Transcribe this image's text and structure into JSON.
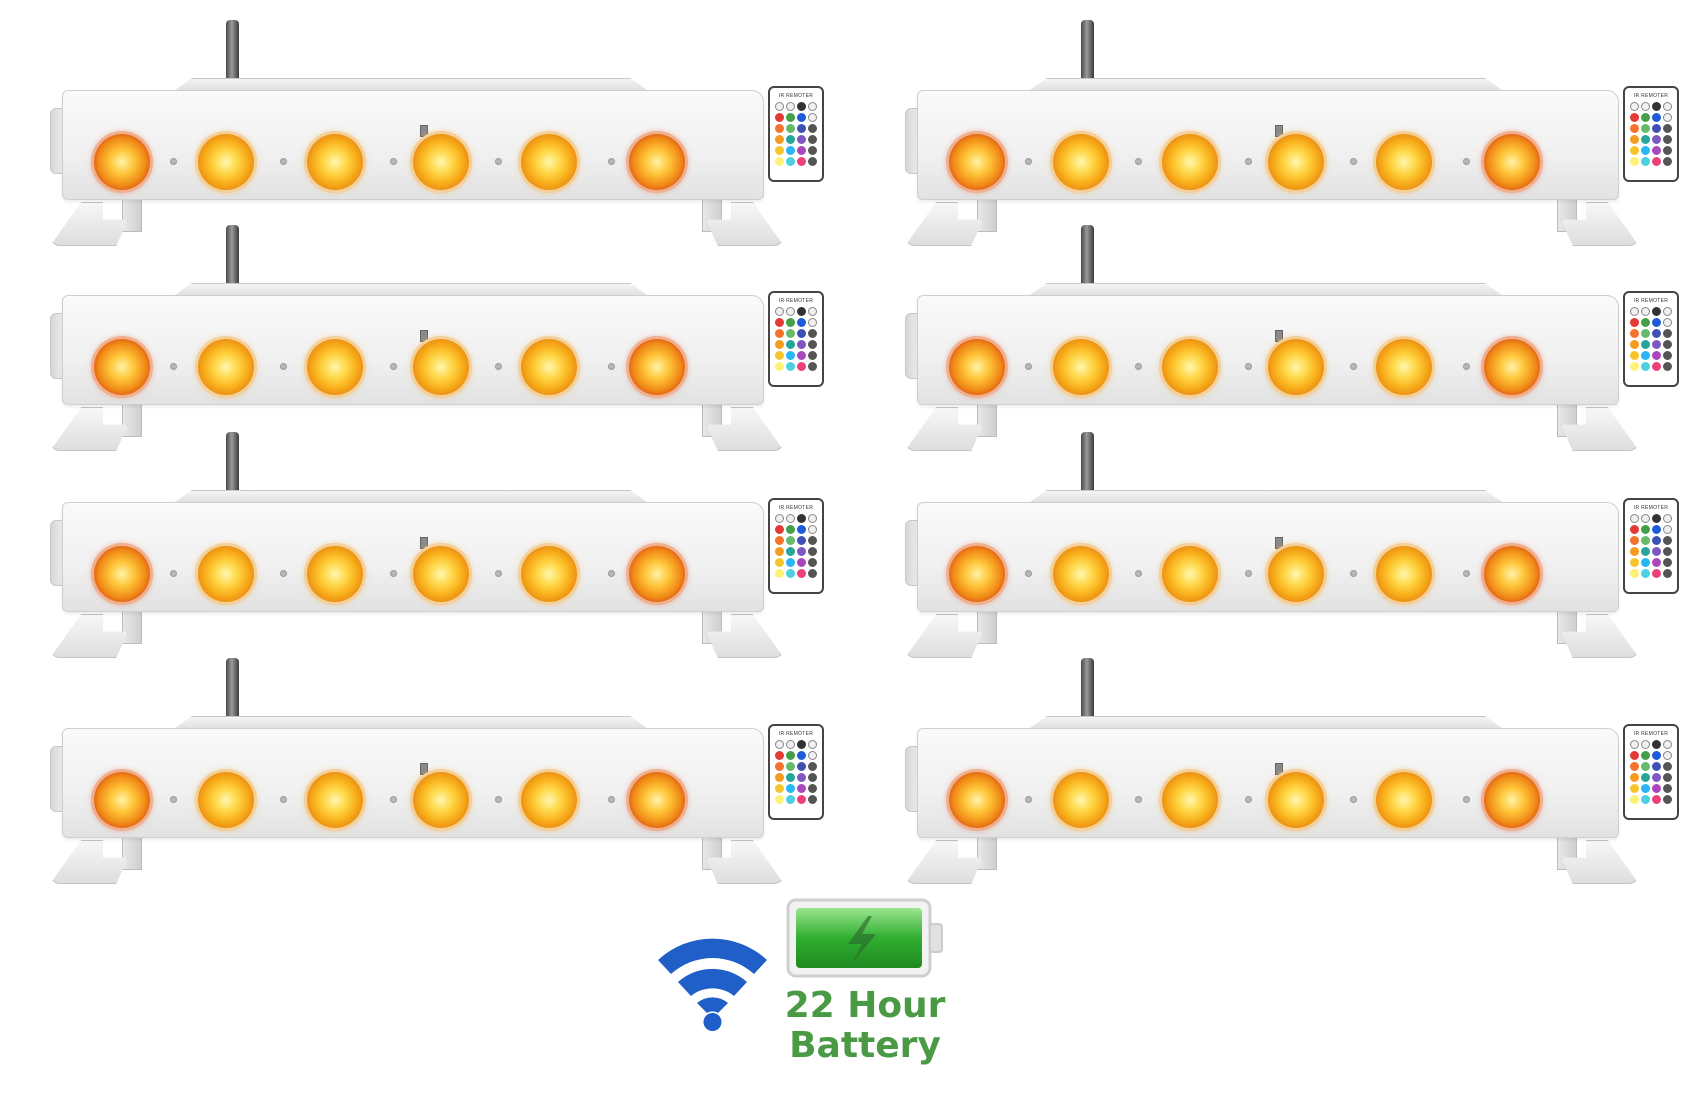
{
  "product": {
    "bar_units_count": 8,
    "leds_per_bar": 6,
    "remote_label": "IR REMOTER",
    "lens_color": "#ffc63a",
    "lens_edge_color": "#d7431a",
    "body_color": "#f5f5f5"
  },
  "remote_keys": [
    "#f0f0f0",
    "#f0f0f0",
    "#333333",
    "#f0f0f0",
    "#e53935",
    "#43a047",
    "#1e5bd8",
    "#f0f0f0",
    "#f4722b",
    "#66bb6a",
    "#3f51b5",
    "#555555",
    "#f59b1f",
    "#26a69a",
    "#7e57c2",
    "#555555",
    "#f7c52b",
    "#29b6f6",
    "#ab47bc",
    "#555555",
    "#fff176",
    "#4dd0e1",
    "#ec407a",
    "#555555"
  ],
  "badge": {
    "wifi_icon": "wifi-icon",
    "wifi_color": "#1f5fc7",
    "battery_icon": "battery-charging-icon",
    "battery_color": "#3fbf3f",
    "battery_line1": "22 Hour",
    "battery_line2": "Battery",
    "text_color": "#4a9a45"
  }
}
